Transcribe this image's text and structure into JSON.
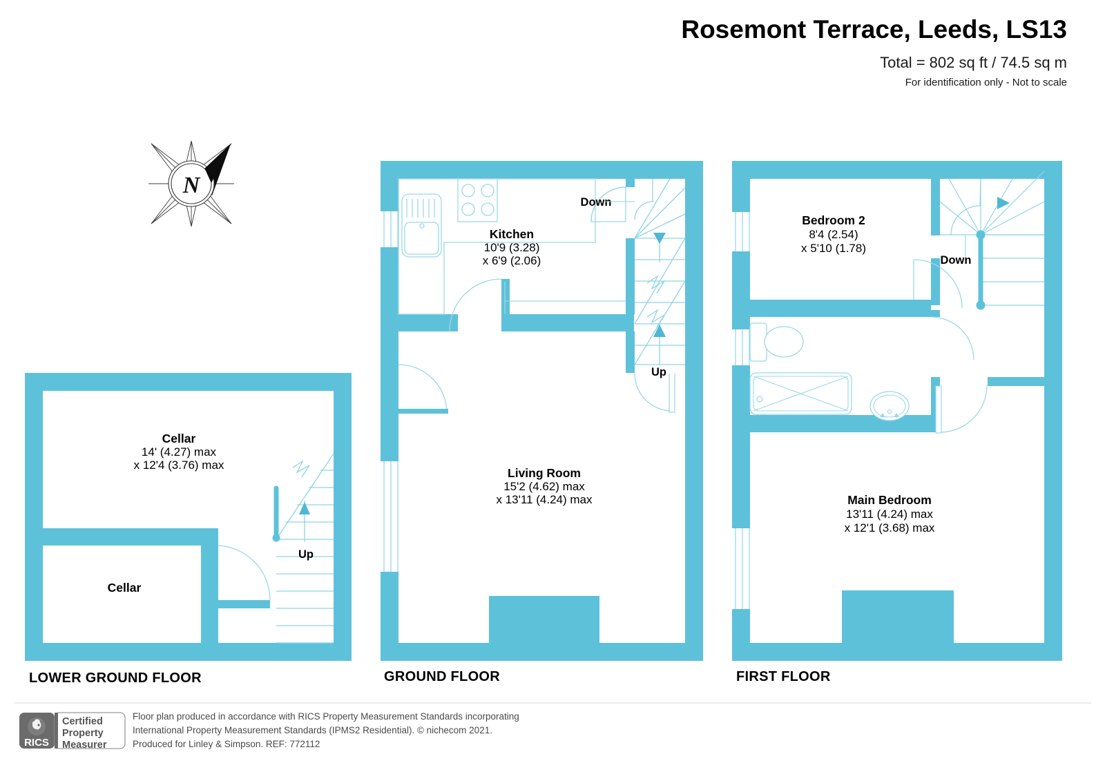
{
  "header": {
    "title": "Rosemont Terrace, Leeds, LS13",
    "total": "Total = 802 sq ft / 74.5 sq m",
    "disclaimer": "For identification only - Not to scale"
  },
  "theme": {
    "wall_color": "#5EC1DA",
    "thin_line_color": "#8FD4E6",
    "text_color": "#000000",
    "background": "#FFFFFF",
    "footer_text_color": "#4A4A4A",
    "rics_badge_color": "#6B6B6B"
  },
  "compass": {
    "label": "N",
    "name": "north-arrow"
  },
  "floors": [
    {
      "id": "lower-ground",
      "label": "LOWER GROUND FLOOR",
      "rooms": [
        {
          "name": "Cellar",
          "dims": [
            "14' (4.27) max",
            "x 12'4 (3.76) max"
          ]
        },
        {
          "name": "Cellar",
          "dims": []
        }
      ],
      "stairs": [
        {
          "label": "Up",
          "direction": "up"
        }
      ]
    },
    {
      "id": "ground",
      "label": "GROUND FLOOR",
      "rooms": [
        {
          "name": "Kitchen",
          "dims": [
            "10'9 (3.28)",
            "x 6'9 (2.06)"
          ]
        },
        {
          "name": "Living Room",
          "dims": [
            "15'2 (4.62) max",
            "x 13'11 (4.24) max"
          ]
        }
      ],
      "stairs": [
        {
          "label": "Down",
          "direction": "down"
        },
        {
          "label": "Up",
          "direction": "up"
        }
      ]
    },
    {
      "id": "first",
      "label": "FIRST FLOOR",
      "rooms": [
        {
          "name": "Bedroom 2",
          "dims": [
            "8'4 (2.54)",
            "x 5'10 (1.78)"
          ]
        },
        {
          "name": "Main Bedroom",
          "dims": [
            "13'11 (4.24) max",
            "x 12'1 (3.68) max"
          ]
        }
      ],
      "stairs": [
        {
          "label": "Down",
          "direction": "down"
        }
      ]
    }
  ],
  "footer": {
    "rics_mark": "RICS",
    "badge_lines": [
      "Certified",
      "Property",
      "Measurer"
    ],
    "lines": [
      "Floor plan produced in accordance with RICS Property Measurement Standards incorporating",
      "International Property Measurement Standards (IPMS2 Residential).    © nichecom 2021.",
      "Produced for Linley & Simpson.    REF: 772112"
    ]
  }
}
